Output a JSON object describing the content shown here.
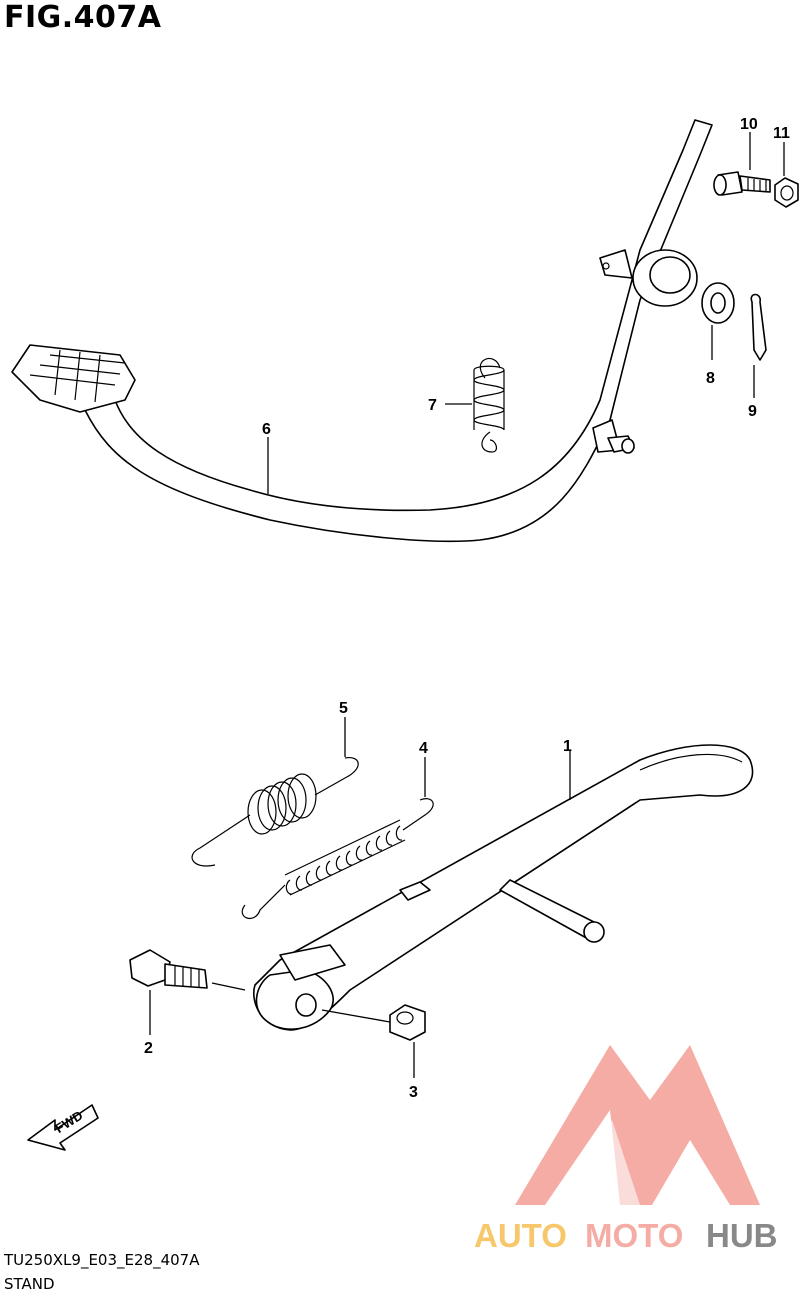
{
  "figure": {
    "title": "FIG.407A",
    "model_code": "TU250XL9_E03_E28_407A",
    "section_name": "STAND"
  },
  "callouts": [
    "1",
    "2",
    "3",
    "4",
    "5",
    "6",
    "7",
    "8",
    "9",
    "10",
    "11"
  ],
  "fwd_label": "FWD",
  "watermark": {
    "text_part1": "AUTO",
    "text_part2": "MOTO",
    "text_part3": "HUB",
    "color_primary": "#f3a49c",
    "color_secondary": "#f7c25c",
    "color_tertiary": "#7c7c7c"
  }
}
